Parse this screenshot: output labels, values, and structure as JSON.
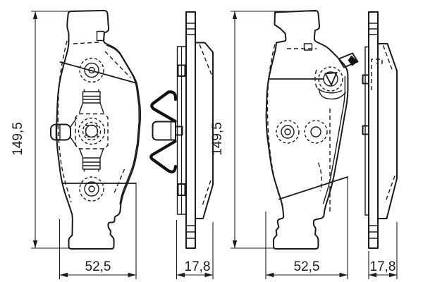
{
  "drawing": {
    "type": "technical-drawing",
    "subject": "disc brake pad set, front and side views with anti-rattle spring and wear sensor",
    "colors": {
      "line": "#1b1b1b",
      "background": "#ffffff"
    },
    "dimensions": {
      "left_height": "149,5",
      "left_width": "52,5",
      "left_thickness": "17,8",
      "right_height": "149,5",
      "right_width": "52,5",
      "right_thickness": "17,8"
    }
  }
}
